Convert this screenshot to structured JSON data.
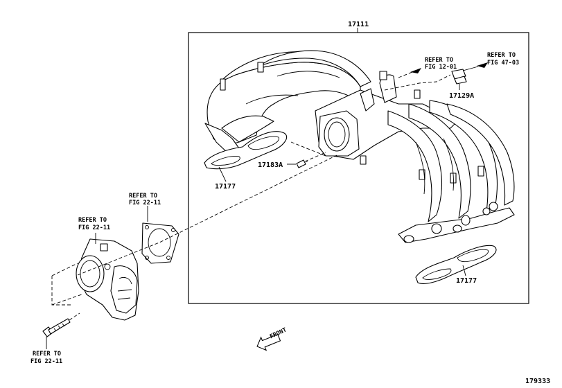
{
  "labels": {
    "part_17111": "17111",
    "part_17129a": "17129A",
    "part_17183a": "17183A",
    "part_17177_upper": "17177",
    "part_17177_lower": "17177",
    "refer_fig_12_01": {
      "line1": "REFER TO",
      "line2": "FIG 12-01"
    },
    "refer_fig_47_03": {
      "line1": "REFER TO",
      "line2": "FIG 47-03"
    },
    "refer_fig_22_11_gasket": {
      "line1": "REFER TO",
      "line2": "FIG 22-11"
    },
    "refer_fig_22_11_throttle": {
      "line1": "REFER TO",
      "line2": "FIG 22-11"
    },
    "refer_fig_22_11_bolt": {
      "line1": "REFER TO",
      "line2": "FIG 22-11"
    },
    "front_arrow": "FRONT",
    "diagram_id": "179333"
  },
  "colors": {
    "ink": "#000000",
    "paper": "#ffffff"
  }
}
